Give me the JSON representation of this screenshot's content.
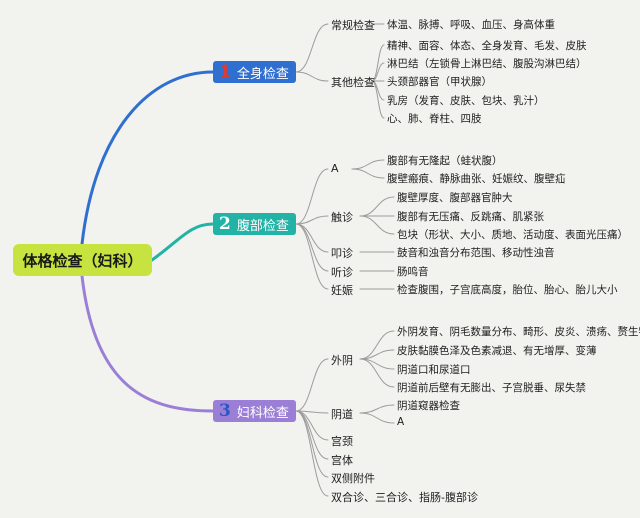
{
  "root": "体格检查（妇科）",
  "branches": [
    {
      "number": "1",
      "label": "全身检查",
      "children": [
        {
          "label": "常规检查",
          "items": [
            "体温、脉搏、呼吸、血压、身高体重"
          ]
        },
        {
          "label": "其他检查",
          "items": [
            "精神、面容、体态、全身发育、毛发、皮肤",
            "淋巴结（左锁骨上淋巴结、腹股沟淋巴结）",
            "头颈部器官（甲状腺）",
            "乳房（发育、皮肤、包块、乳汁）",
            "心、肺、脊柱、四肢"
          ]
        }
      ]
    },
    {
      "number": "2",
      "label": "腹部检查",
      "children": [
        {
          "label": "A",
          "items": [
            "腹部有无隆起（蛙状腹）",
            "腹壁瘢痕、静脉曲张、妊娠纹、腹壁疝"
          ]
        },
        {
          "label": "触诊",
          "items": [
            "腹壁厚度、腹部器官肿大",
            "腹部有无压痛、反跳痛、肌紧张",
            "包块（形状、大小、质地、活动度、表面光压痛）"
          ]
        },
        {
          "label": "叩诊",
          "items": [
            "鼓音和浊音分布范围、移动性浊音"
          ]
        },
        {
          "label": "听诊",
          "items": [
            "肠鸣音"
          ]
        },
        {
          "label": "妊娠",
          "items": [
            "检查腹围，子宫底高度，胎位、胎心、胎儿大小"
          ]
        }
      ]
    },
    {
      "number": "3",
      "label": "妇科检查",
      "children": [
        {
          "label": "外阴",
          "items": [
            "外阴发育、阴毛数量分布、畸形、皮炎、溃疡、赘生物",
            "皮肤黏膜色泽及色素减退、有无增厚、变薄",
            "阴道口和尿道口",
            "阴道前后壁有无膨出、子宫脱垂、尿失禁"
          ]
        },
        {
          "label": "阴道",
          "items": [
            "阴道窥器检查",
            "A"
          ]
        },
        {
          "label": "宫颈",
          "items": []
        },
        {
          "label": "宫体",
          "items": []
        },
        {
          "label": "双侧附件",
          "items": []
        },
        {
          "label": "双合诊、三合诊、指肠-腹部诊",
          "items": []
        }
      ]
    }
  ],
  "colors": {
    "background": "#f2f2ef",
    "root": "#c6e33f",
    "branch1": "#2f6fd0",
    "branch2": "#22b3a6",
    "branch3": "#9b7fd6",
    "connector": "#9c9c9c"
  }
}
